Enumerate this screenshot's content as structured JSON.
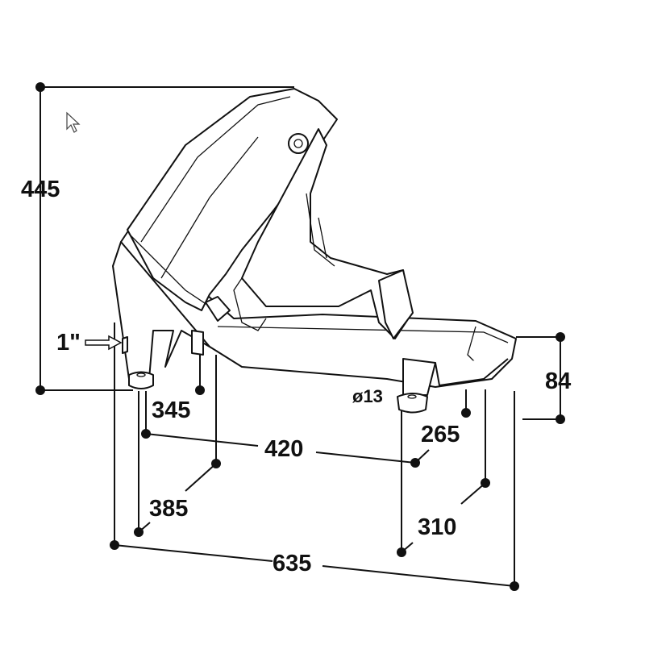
{
  "drawing": {
    "dimensions": {
      "height": "445",
      "inlet": "1\"",
      "leg_depth_left": "345",
      "leg_span": "420",
      "foot_hole": "ø13",
      "leg_depth_right": "265",
      "trough_height": "84",
      "depth_left": "385",
      "depth_right": "310",
      "length": "635"
    },
    "cursor_icon": "mouse-pointer-icon"
  }
}
